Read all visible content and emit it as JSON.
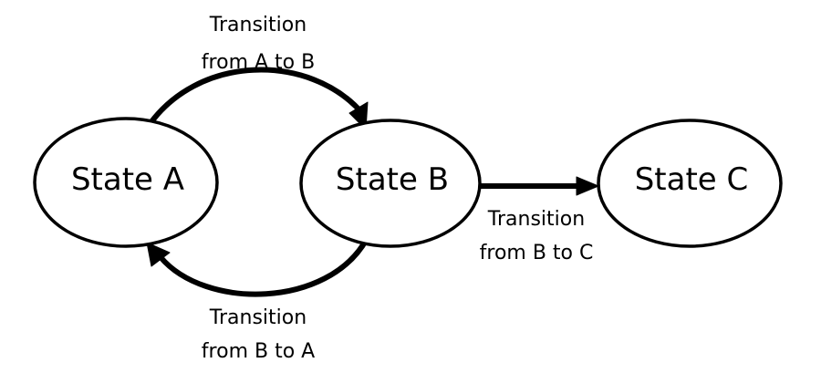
{
  "states": {
    "a": {
      "label": "State A"
    },
    "b": {
      "label": "State B"
    },
    "c": {
      "label": "State C"
    }
  },
  "transitions": {
    "a_to_b": {
      "line1": "Transition",
      "line2": "from A to B"
    },
    "b_to_a": {
      "line1": "Transition",
      "line2": "from B to A"
    },
    "b_to_c": {
      "line1": "Transition",
      "line2": "from B to C"
    }
  },
  "colors": {
    "stroke": "#000000",
    "fill": "#ffffff"
  }
}
